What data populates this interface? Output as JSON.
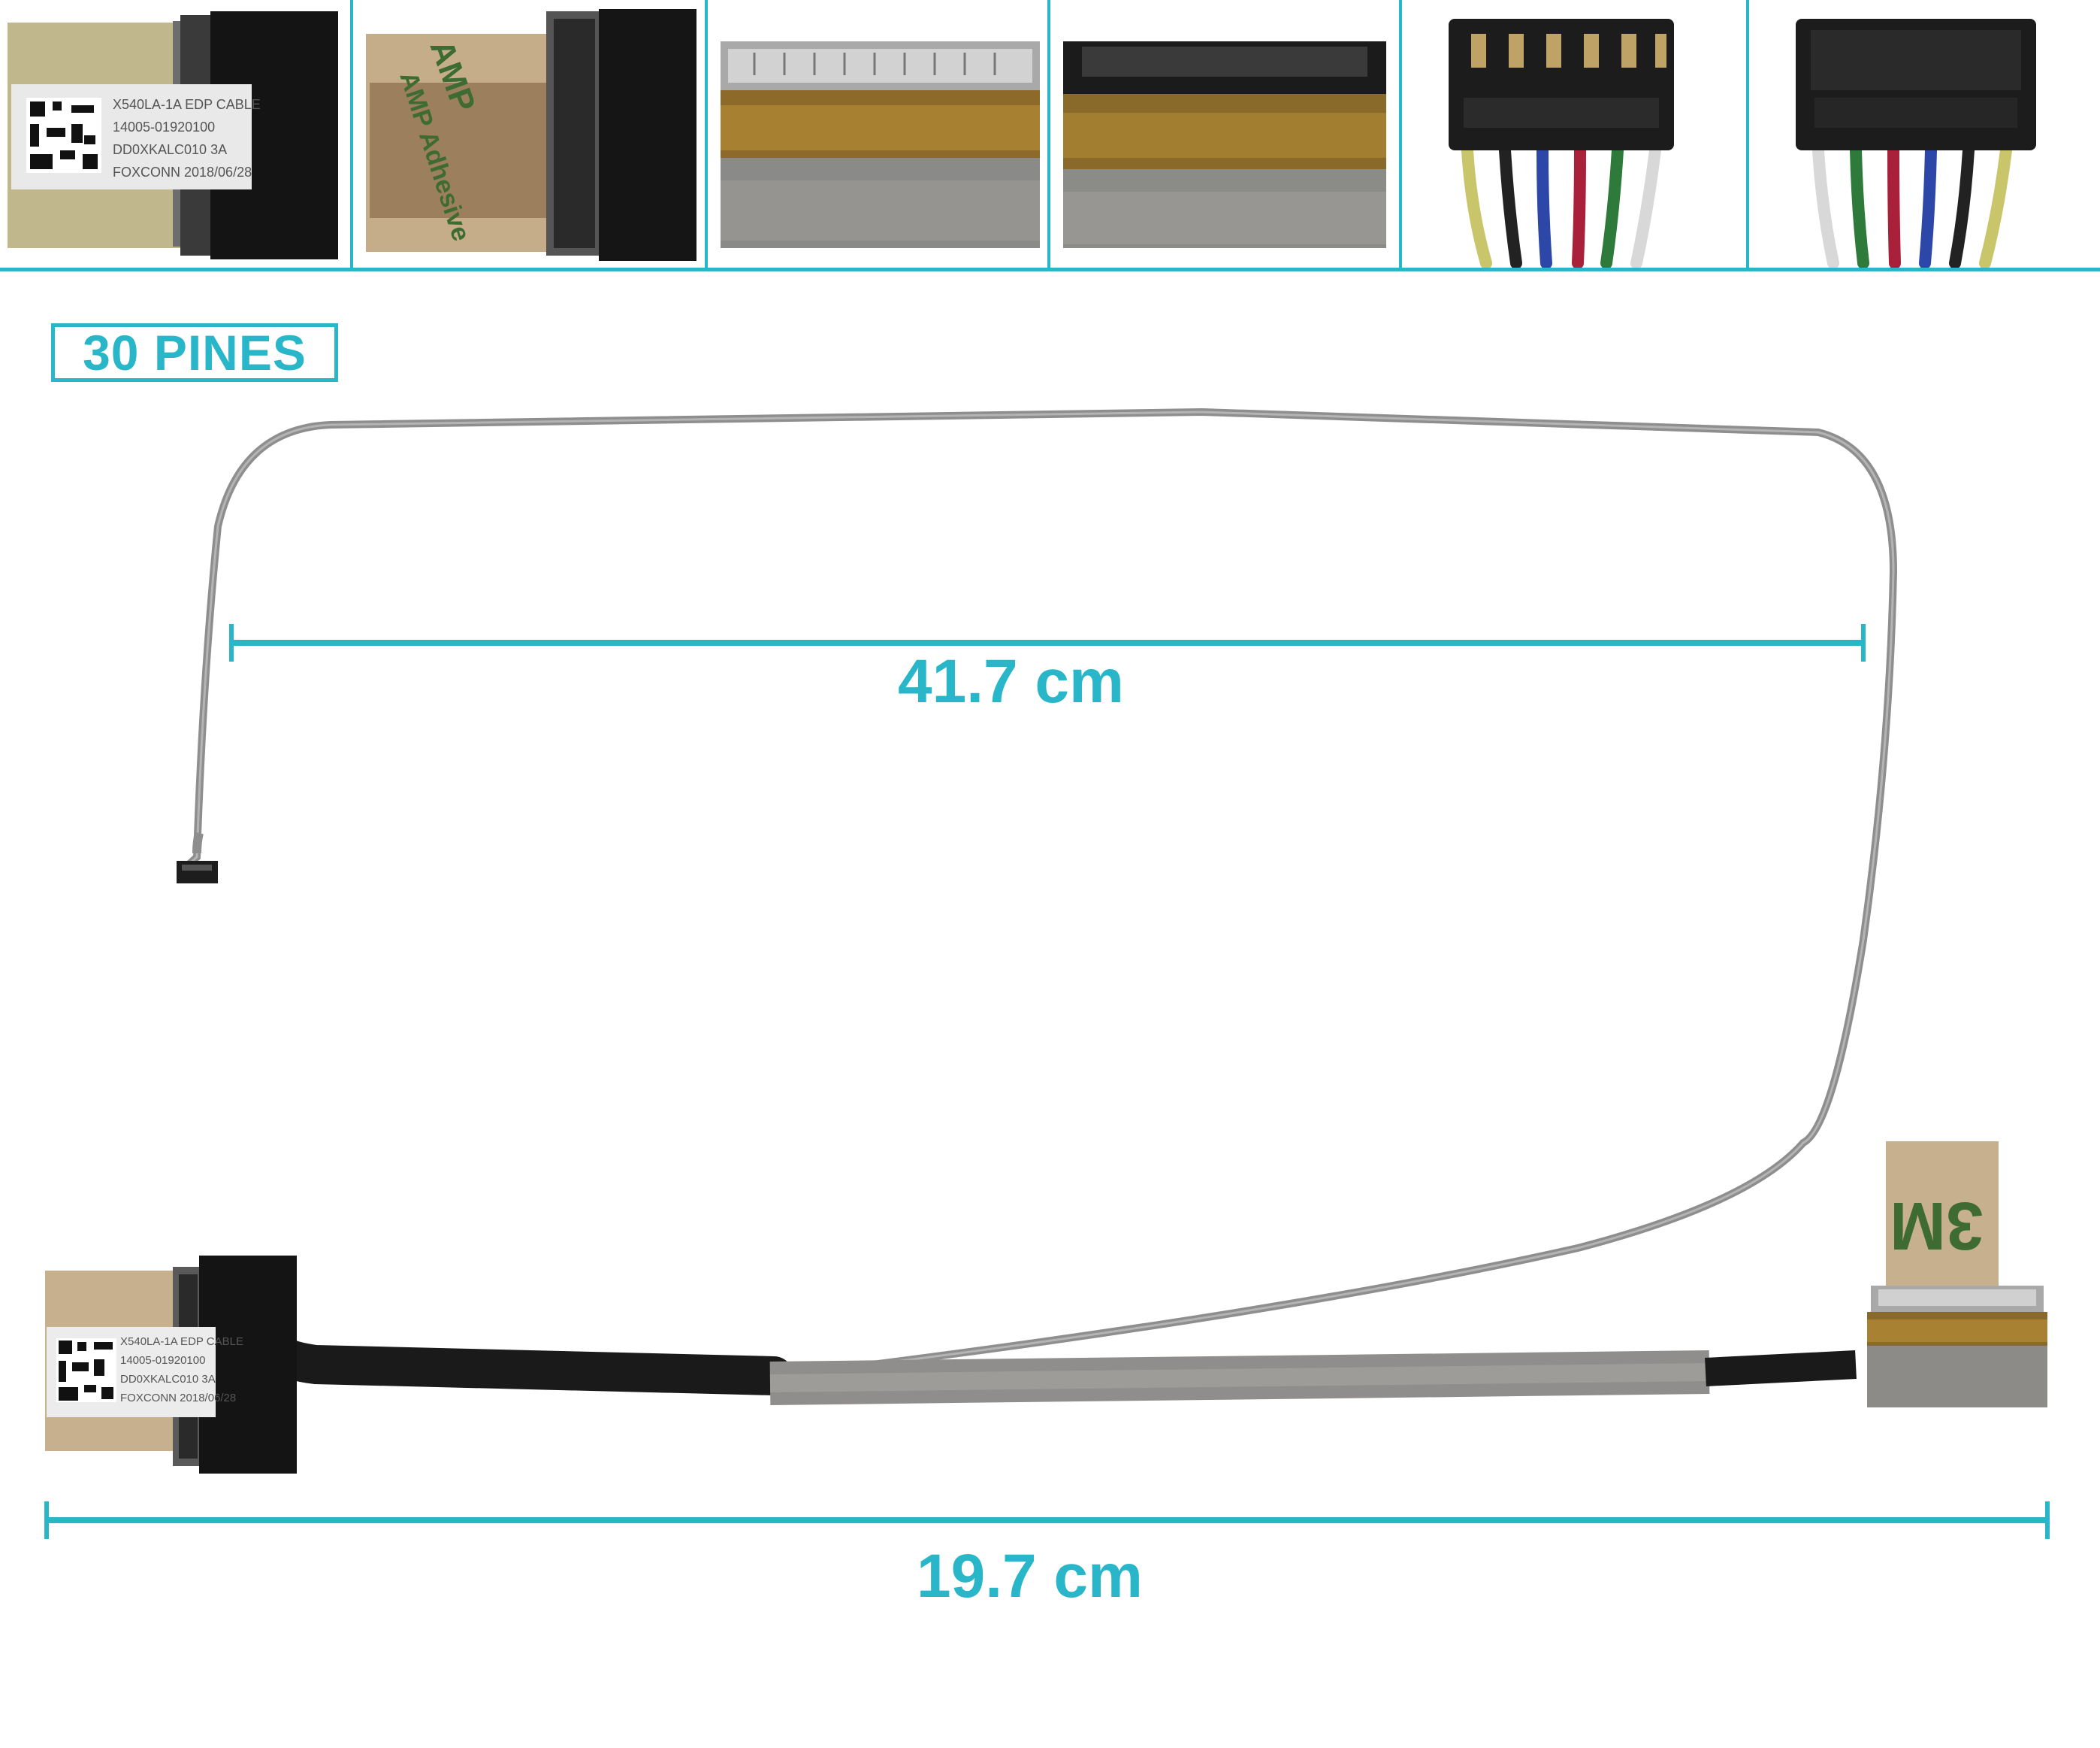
{
  "pins_label": "30 PINES",
  "dimension_top": "41.7 cm",
  "dimension_bottom": "19.7 cm",
  "cable_label": {
    "line1": "X540LA-1A EDP CABLE",
    "line2": "14005-01920100",
    "line3": "DD0XKALC010    3A",
    "line4": "FOXCONN    2018/06/28"
  },
  "tape_text": {
    "amp": "AMP",
    "adhesive": "AMP Adhesive",
    "brand": "3M"
  },
  "colors": {
    "accent": "#29b6c9",
    "cable_gray": "#8e8e8e",
    "cable_black": "#1a1a1a",
    "tape_amber": "#b08a3c"
  },
  "thumbnails": [
    {
      "name": "connector-label-closeup"
    },
    {
      "name": "connector-tape-closeup"
    },
    {
      "name": "connector-front-closeup"
    },
    {
      "name": "connector-back-closeup"
    },
    {
      "name": "small-connector-front"
    },
    {
      "name": "small-connector-back"
    }
  ]
}
